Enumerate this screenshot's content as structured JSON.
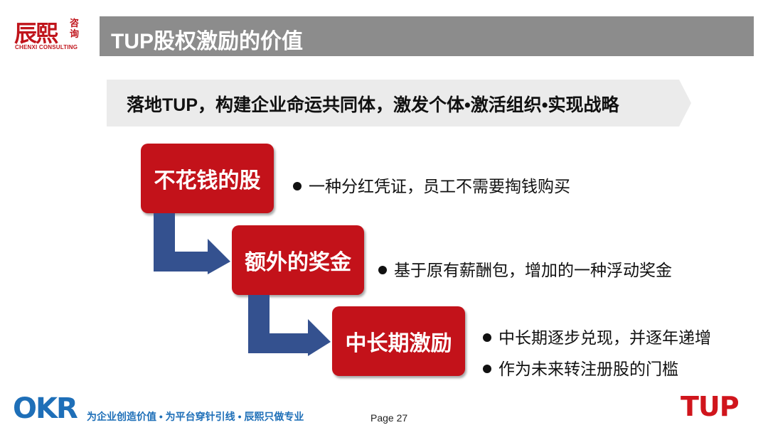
{
  "brand": {
    "logo_cn": "辰熙",
    "logo_sub": "咨询",
    "logo_en": "CHENXI CONSULTING",
    "logo_color": "#c0141b"
  },
  "header": {
    "title": "TUP股权激励的价值"
  },
  "banner": {
    "text": "落地TUP，构建企业命运共同体，激发个体•激活组织•实现战略"
  },
  "steps": [
    {
      "label": "不花钱的股",
      "points": [
        "一种分红凭证，员工不需要掏钱购买"
      ]
    },
    {
      "label": "额外的奖金",
      "points": [
        "基于原有薪酬包，增加的一种浮动奖金"
      ]
    },
    {
      "label": "中长期激励",
      "points": [
        "中长期逐步兑现，并逐年递增",
        "作为未来转注册股的门槛"
      ]
    }
  ],
  "footer": {
    "okr": "OKR",
    "slogan": "为企业创造价值 • 为平台穿针引线 • 辰熙只做专业",
    "page": "Page 27",
    "tup_logo": "TUP"
  },
  "colors": {
    "accent": "#c3121a",
    "arrow": "#34518f",
    "title_bar": "#8c8c8c",
    "banner": "#ebebeb",
    "okr_blue": "#1e6fb8"
  }
}
